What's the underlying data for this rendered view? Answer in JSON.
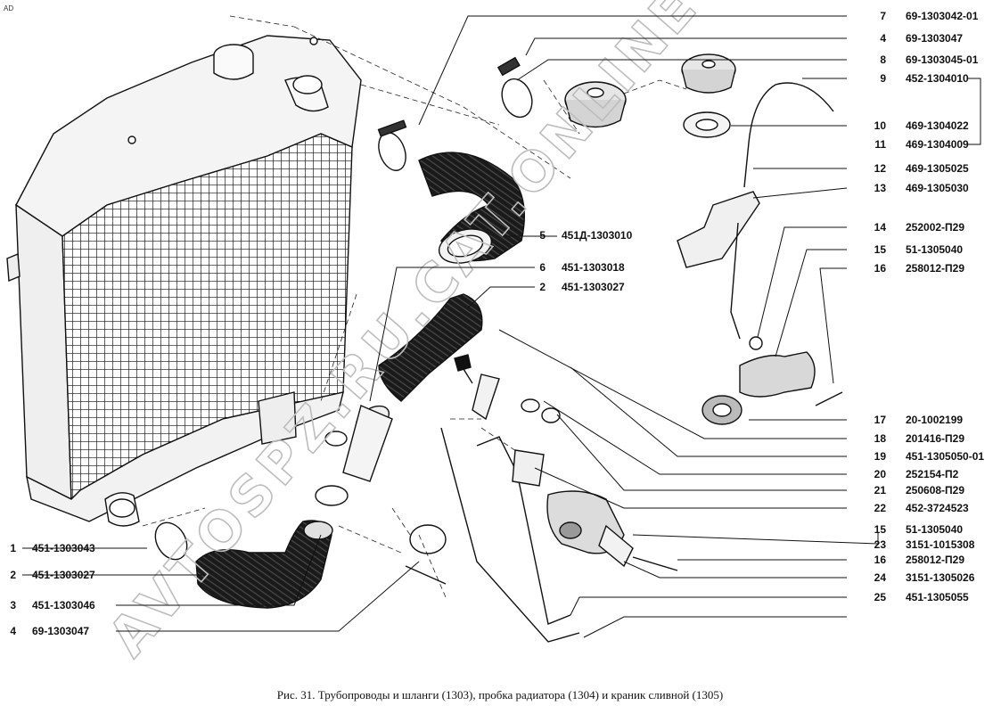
{
  "corner_mark": "AD",
  "caption": "Рис. 31. Трубопроводы и шланги (1303), пробка радиатора (1304) и краник сливной (1305)",
  "watermark": "AVTOSPZ.RU.CAT.ONLINE",
  "right_callouts": [
    {
      "num": "7",
      "code": "69-1303042-01"
    },
    {
      "num": "4",
      "code": "69-1303047"
    },
    {
      "num": "8",
      "code": "69-1303045-01"
    },
    {
      "num": "9",
      "code": "452-1304010"
    },
    {
      "num": "10",
      "code": "469-1304022"
    },
    {
      "num": "11",
      "code": "469-1304009"
    },
    {
      "num": "12",
      "code": "469-1305025"
    },
    {
      "num": "13",
      "code": "469-1305030"
    },
    {
      "num": "14",
      "code": "252002-П29"
    },
    {
      "num": "15",
      "code": "51-1305040"
    },
    {
      "num": "16",
      "code": "258012-П29"
    },
    {
      "num": "17",
      "code": "20-1002199"
    },
    {
      "num": "18",
      "code": "201416-П29"
    },
    {
      "num": "19",
      "code": "451-1305050-01"
    },
    {
      "num": "20",
      "code": "252154-П2"
    },
    {
      "num": "21",
      "code": "250608-П29"
    },
    {
      "num": "22",
      "code": "452-3724523"
    },
    {
      "num": "15",
      "code": "51-1305040"
    },
    {
      "num": "23",
      "code": "3151-1015308"
    },
    {
      "num": "16",
      "code": "258012-П29"
    },
    {
      "num": "24",
      "code": "3151-1305026"
    },
    {
      "num": "25",
      "code": "451-1305055"
    }
  ],
  "mid_callouts": [
    {
      "num": "5",
      "code": "451Д-1303010"
    },
    {
      "num": "6",
      "code": "451-1303018"
    },
    {
      "num": "2",
      "code": "451-1303027"
    }
  ],
  "left_callouts": [
    {
      "num": "1",
      "code": "451-1303043"
    },
    {
      "num": "2",
      "code": "451-1303027"
    },
    {
      "num": "3",
      "code": "451-1303046"
    },
    {
      "num": "4",
      "code": "69-1303047"
    }
  ]
}
